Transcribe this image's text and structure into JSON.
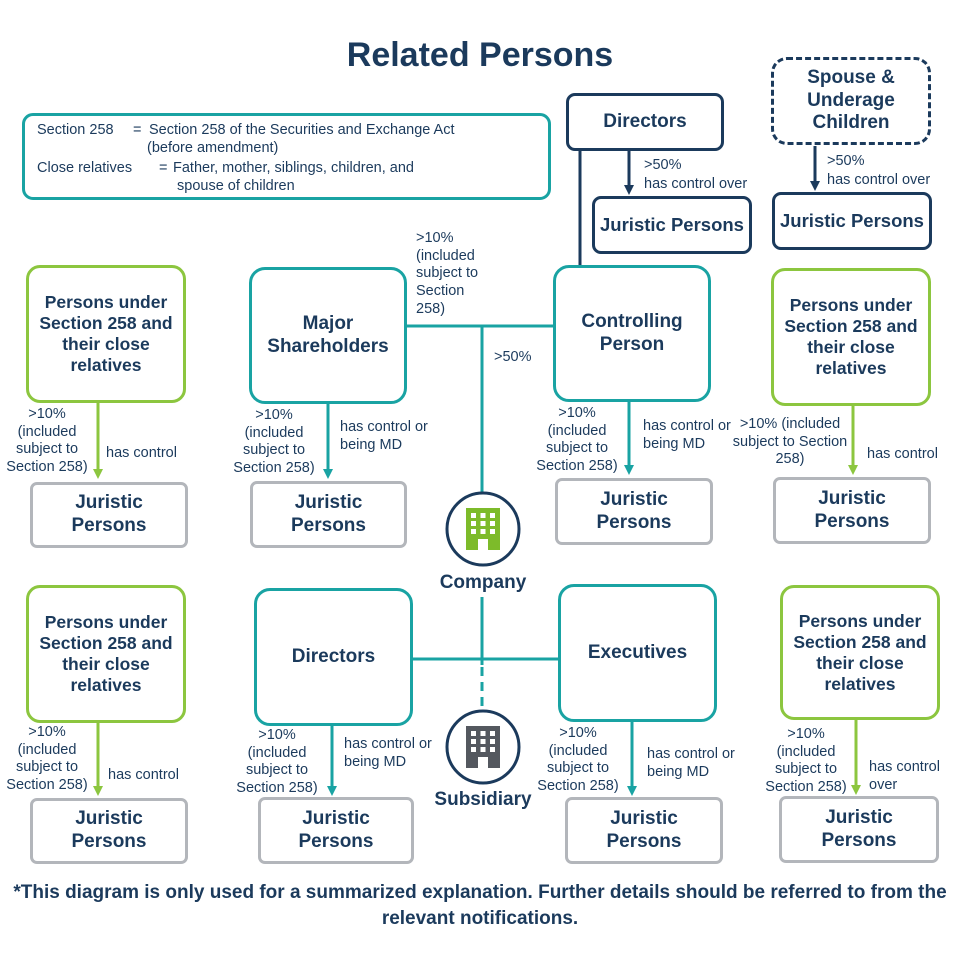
{
  "title": "Related Persons",
  "legend": {
    "line1_term": "Section 258",
    "line1_eq": "=",
    "line1_def": "Section 258 of the Securities and Exchange Act",
    "line1_def2": "(before amendment)",
    "line2_term": "Close relatives",
    "line2_eq": "=",
    "line2_def": "Father, mother, siblings, children, and",
    "line2_def2": "spouse of children"
  },
  "top_right": {
    "directors": "Directors",
    "directors_rel_1": ">50%",
    "directors_rel_2": "has control over",
    "directors_juristic": "Juristic Persons",
    "spouse": "Spouse & Underage Children",
    "spouse_rel_1": ">50%",
    "spouse_rel_2": "has control over",
    "spouse_juristic": "Juristic Persons"
  },
  "upper": {
    "left_group": "Persons under Section 258 and their close relatives",
    "left_pct": ">10% (included subject to Section 258)",
    "left_rel": "has control",
    "left_juristic": "Juristic Persons",
    "major_shareholders": "Major Shareholders",
    "ms_pct": ">10% (included subject to Section 258)",
    "ms_rel": "has control or being MD",
    "ms_juristic": "Juristic Persons",
    "link_pct": ">10% (included subject to Section 258)",
    "company_pct": ">50%",
    "controlling_person": "Controlling Person",
    "cp_pct": ">10% (included subject to Section 258)",
    "cp_rel": "has control or being MD",
    "cp_juristic": "Juristic Persons",
    "right_group": "Persons under Section 258 and their close relatives",
    "right_pct": ">10% (included subject to Section 258)",
    "right_rel": "has control",
    "right_juristic": "Juristic Persons"
  },
  "company_label": "Company",
  "subsidiary_label": "Subsidiary",
  "lower": {
    "left_group": "Persons under Section 258 and their close relatives",
    "left_pct": ">10% (included subject to Section 258)",
    "left_rel": "has control",
    "left_juristic": "Juristic Persons",
    "directors": "Directors",
    "dir_pct": ">10% (included subject to Section 258)",
    "dir_rel": "has control or being MD",
    "dir_juristic": "Juristic Persons",
    "executives": "Executives",
    "exe_pct": ">10% (included subject to Section 258)",
    "exe_rel": "has control or being MD",
    "exe_juristic": "Juristic Persons",
    "right_group": "Persons under Section 258 and their close relatives",
    "right_pct": ">10% (included subject to Section 258)",
    "right_rel": "has control over",
    "right_juristic": "Juristic Persons"
  },
  "footnote": "*This diagram is only used for a summarized explanation.  Further details should be referred to from the relevant notifications.",
  "colors": {
    "navy": "#1b3a5c",
    "teal": "#19a3a3",
    "green": "#8cc63f",
    "grey": "#b3b6bb",
    "company_icon": "#7dbb2a",
    "subsidiary_icon": "#54585f"
  },
  "icons": {
    "company": "office-building-icon",
    "subsidiary": "office-building-icon"
  }
}
